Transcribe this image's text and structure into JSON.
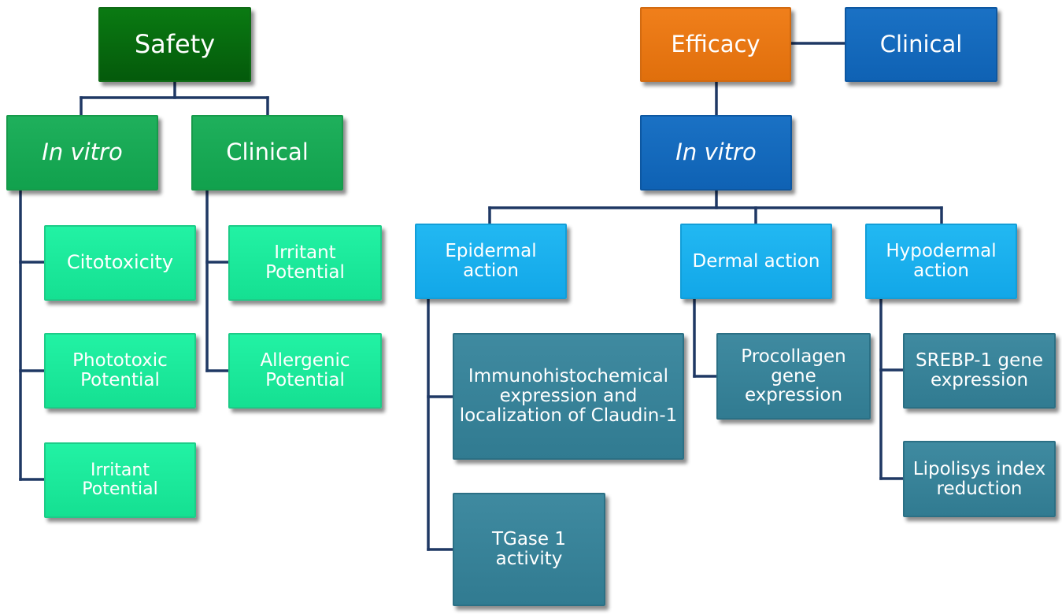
{
  "safety": {
    "root": "Safety",
    "in_vitro": "In vitro",
    "clinical": "Clinical",
    "in_vitro_children": [
      "Citotoxicity",
      "Phototoxic Potential",
      "Irritant Potential"
    ],
    "clinical_children": [
      "Irritant Potential",
      "Allergenic Potential"
    ]
  },
  "efficacy": {
    "root": "Efficacy",
    "clinical": "Clinical",
    "in_vitro": "In vitro",
    "actions": [
      "Epidermal action",
      "Dermal action",
      "Hypodermal action"
    ],
    "epidermal_children": [
      "Immunohistochemical expression and localization of Claudin-1",
      "TGase 1 activity"
    ],
    "dermal_children": [
      "Procollagen gene expression"
    ],
    "hypodermal_children": [
      "SREBP-1 gene expression",
      "Lipolisys index reduction"
    ]
  },
  "colors": {
    "connector": "#1F3864",
    "safety_root": "#046B0F",
    "safety_mid": "#17A855",
    "safety_leaf": "#1BE99A",
    "efficacy_root": "#E8760F",
    "blue_box": "#1168BA",
    "action_box": "#19B0EE",
    "teal_leaf": "#357F95"
  }
}
